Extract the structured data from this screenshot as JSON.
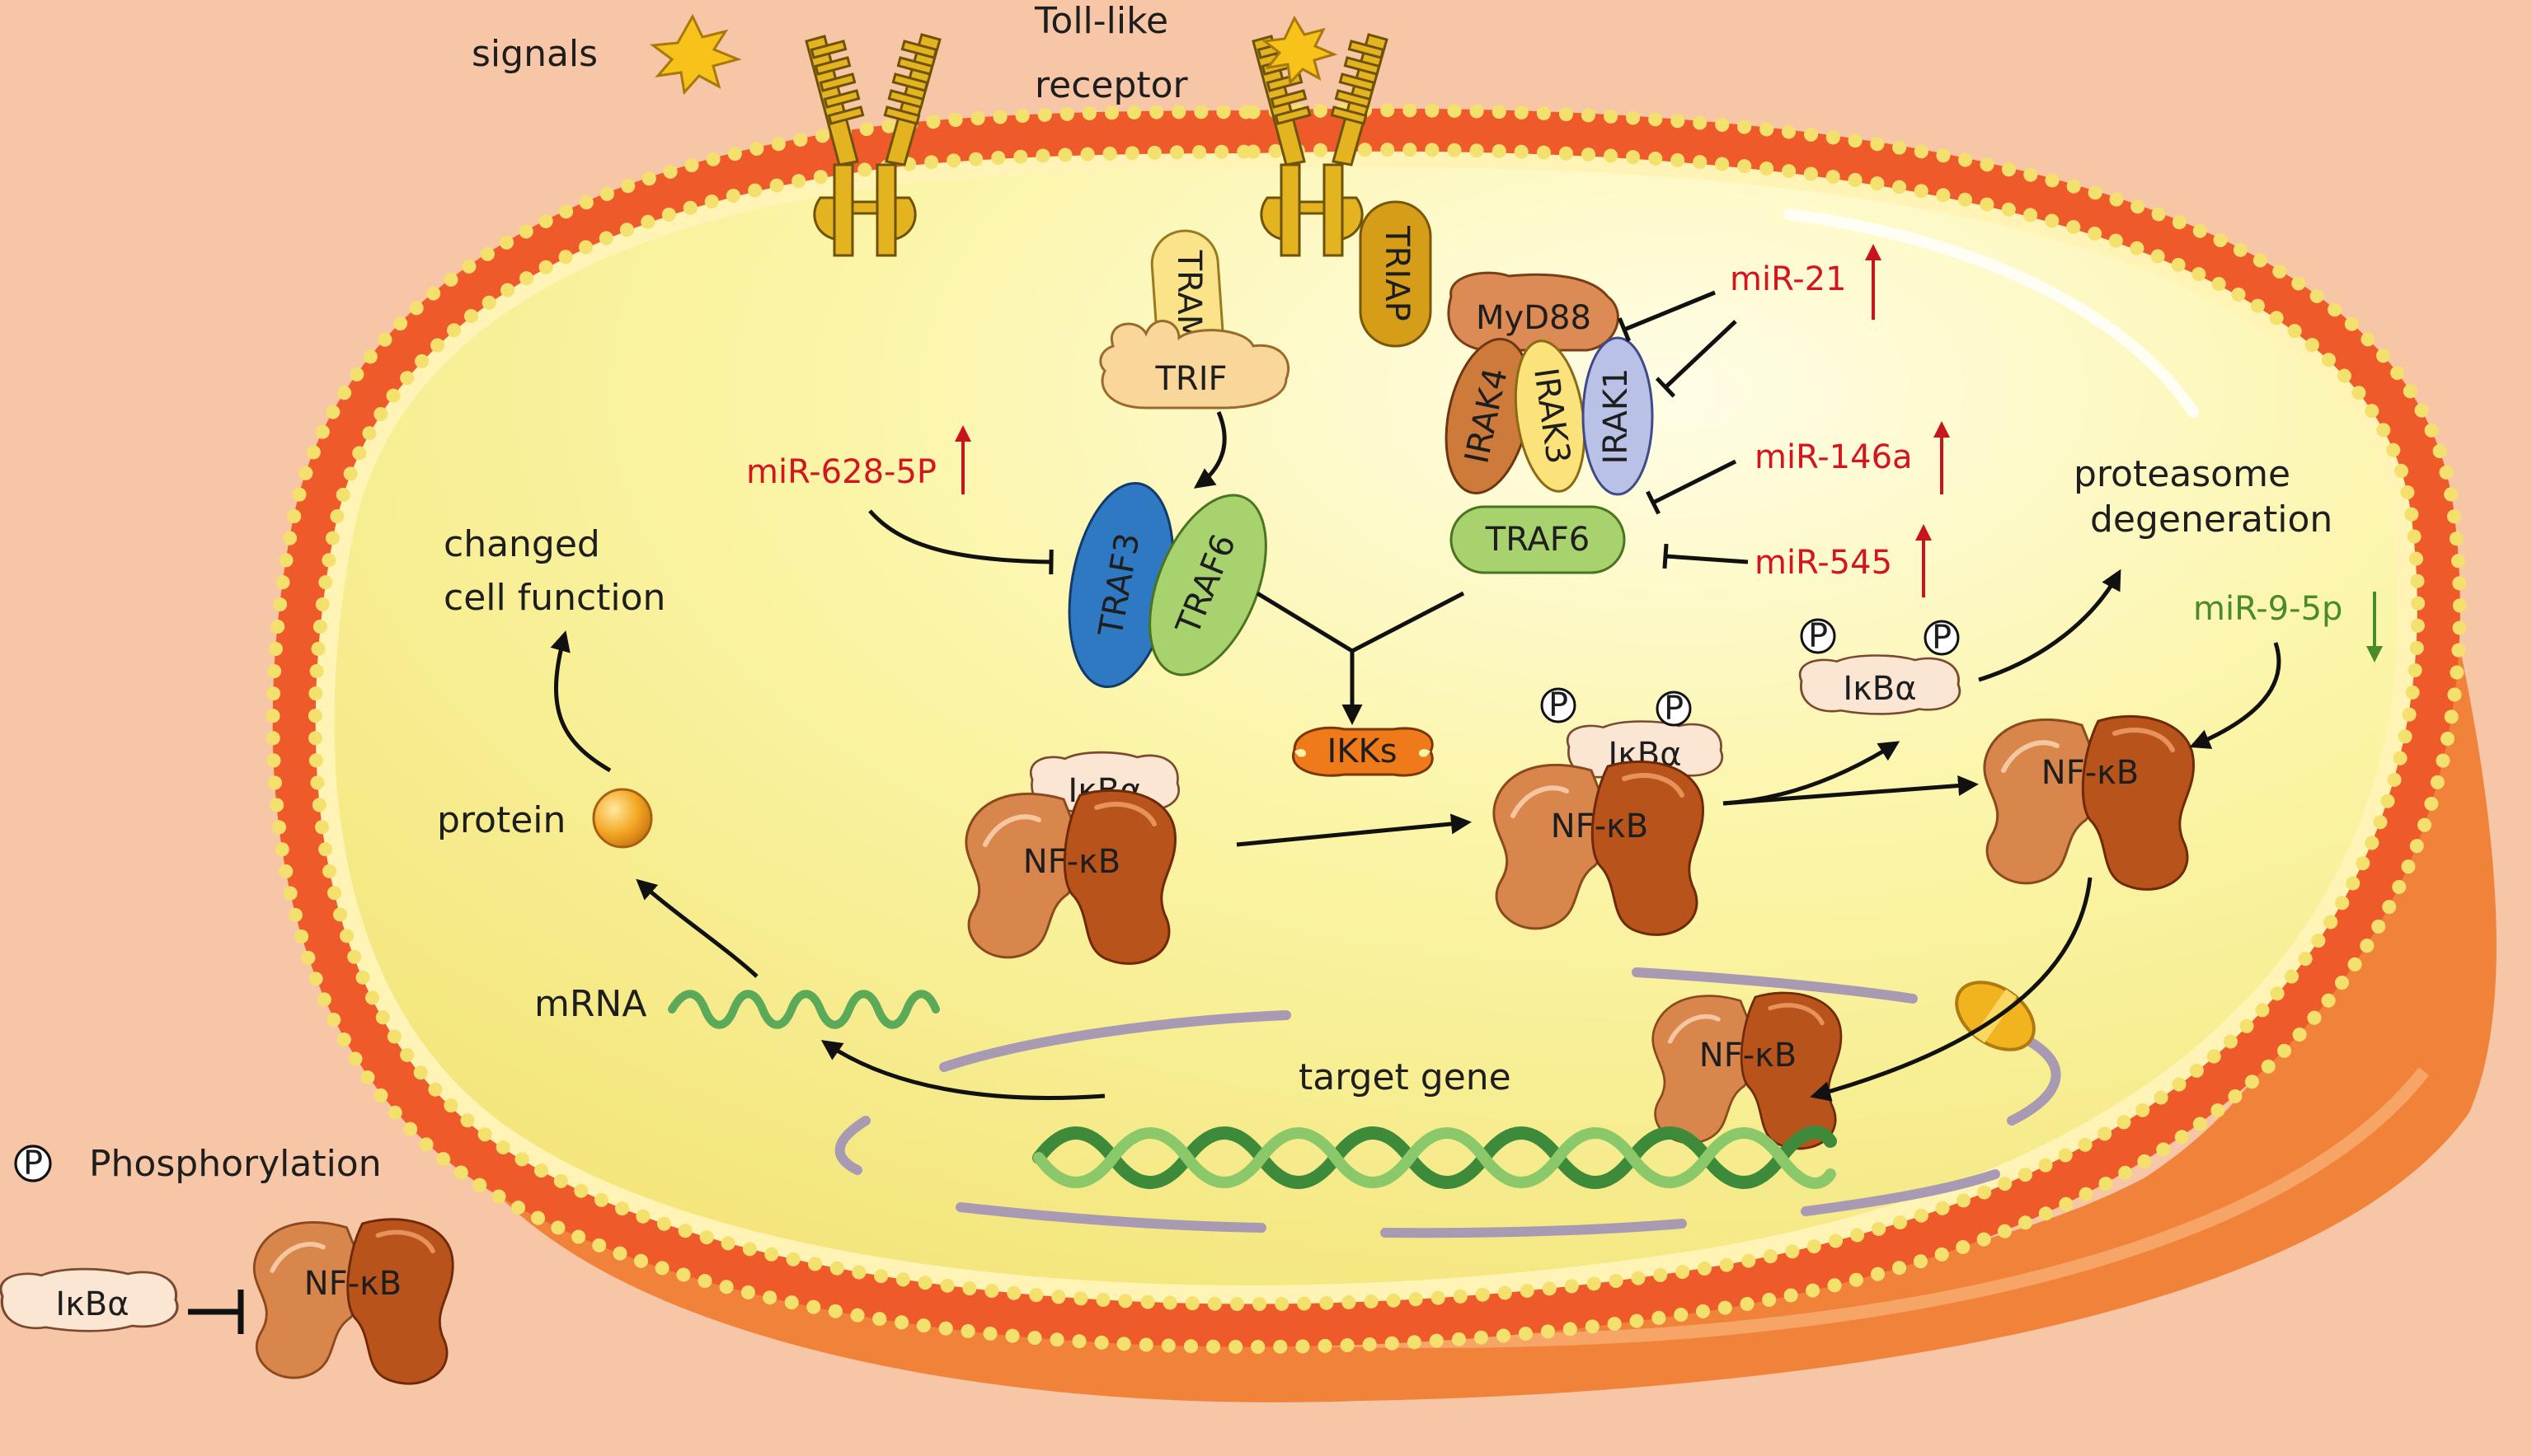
{
  "labels": {
    "signals": "signals",
    "tlr_line1": "Toll-like",
    "tlr_line2": "receptor",
    "changed_line1": "changed",
    "changed_line2": "cell function",
    "protein": "protein",
    "mrna": "mRNA",
    "target_gene": "target gene",
    "proteasome_line1": "proteasome",
    "proteasome_line2": "degeneration",
    "phosphorylation": "Phosphorylation"
  },
  "proteins": {
    "tram": "TRAM",
    "triap": "TRIAP",
    "trif": "TRIF",
    "myd88": "MyD88",
    "irak4": "IRAK4",
    "irak3": "IRAK3",
    "irak1": "IRAK1",
    "traf6": "TRAF6",
    "traf3": "TRAF3",
    "traf6_b": "TRAF6",
    "ikks": "IKKs",
    "ikba": "IκBα",
    "nfkb": "NF-κB",
    "p": "P"
  },
  "mirnas": {
    "mir21": "miR-21",
    "mir146a": "miR-146a",
    "mir545": "miR-545",
    "mir628": "miR-628-5P",
    "mir9": "miR-9-5p"
  },
  "colors": {
    "background": "#f6c6a6",
    "cytoplasm": "#fbf4a2",
    "membrane": "#ee5a2a",
    "upregulated": "#d4141e",
    "downregulated": "#4a8a2a"
  }
}
